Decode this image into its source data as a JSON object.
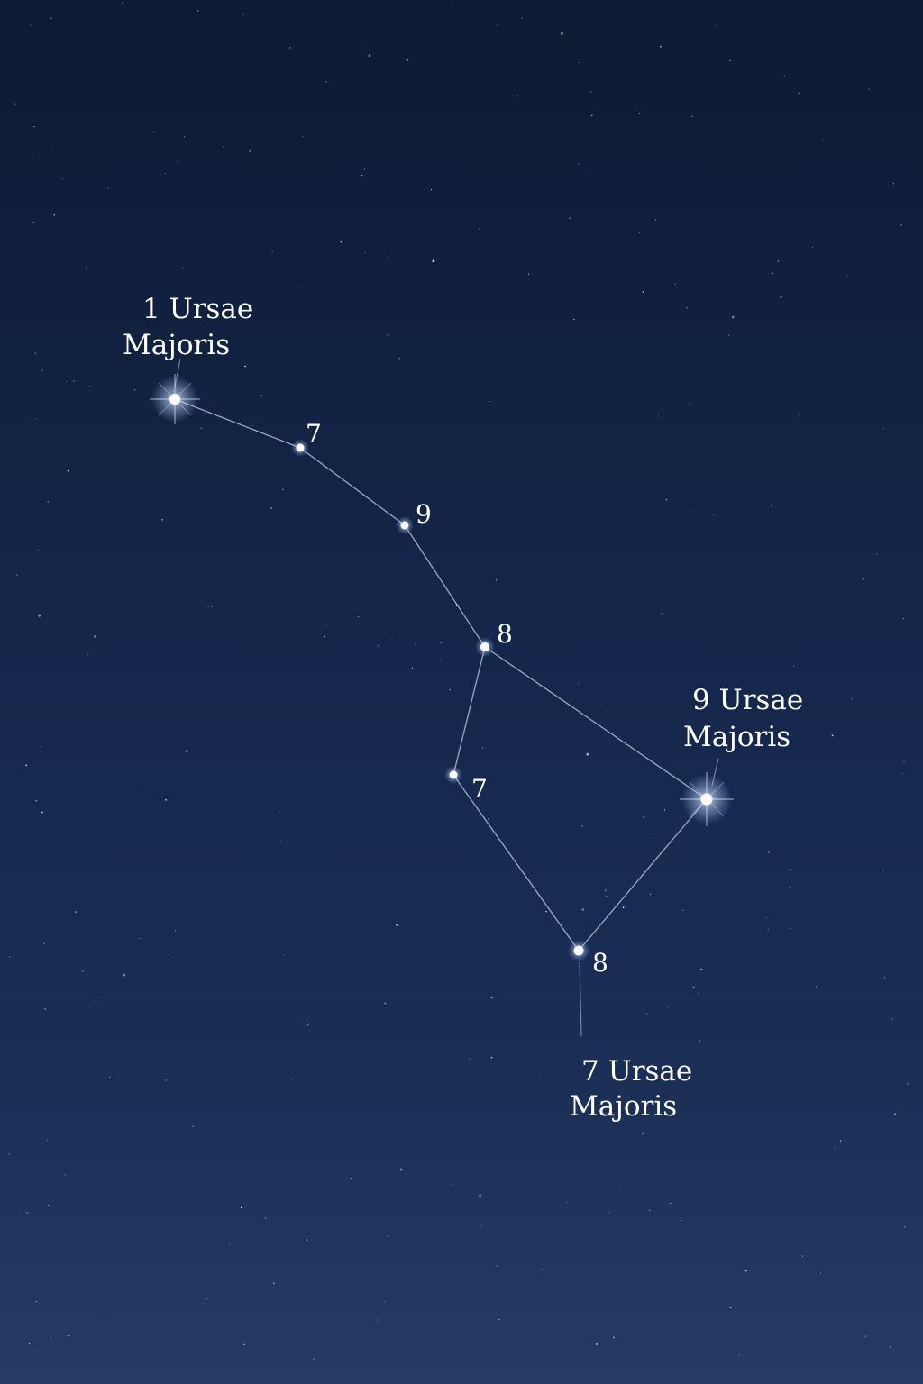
{
  "colors": {
    "sky_top": "#0d1b33",
    "sky_bottom": "#263a66",
    "line": "#c9d6ea",
    "star": "#ffffff",
    "glow": "#9fc0ff"
  },
  "stars": [
    {
      "id": "star-1-ursae-majoris",
      "label_lines": [
        "1 Ursae",
        "Majoris"
      ]
    },
    {
      "id": "star-7-a",
      "label_lines": [
        "7"
      ]
    },
    {
      "id": "star-9-a",
      "label_lines": [
        "9"
      ]
    },
    {
      "id": "star-8-a",
      "label_lines": [
        "8"
      ]
    },
    {
      "id": "star-7-b",
      "label_lines": [
        "7"
      ]
    },
    {
      "id": "star-9-ursae-majoris",
      "label_lines": [
        "9 Ursae",
        "Majoris"
      ]
    },
    {
      "id": "star-8-b",
      "label_lines": [
        "8"
      ]
    },
    {
      "id": "star-7-ursae-majoris",
      "label_lines": [
        "7 Ursae",
        "Majoris"
      ]
    }
  ]
}
